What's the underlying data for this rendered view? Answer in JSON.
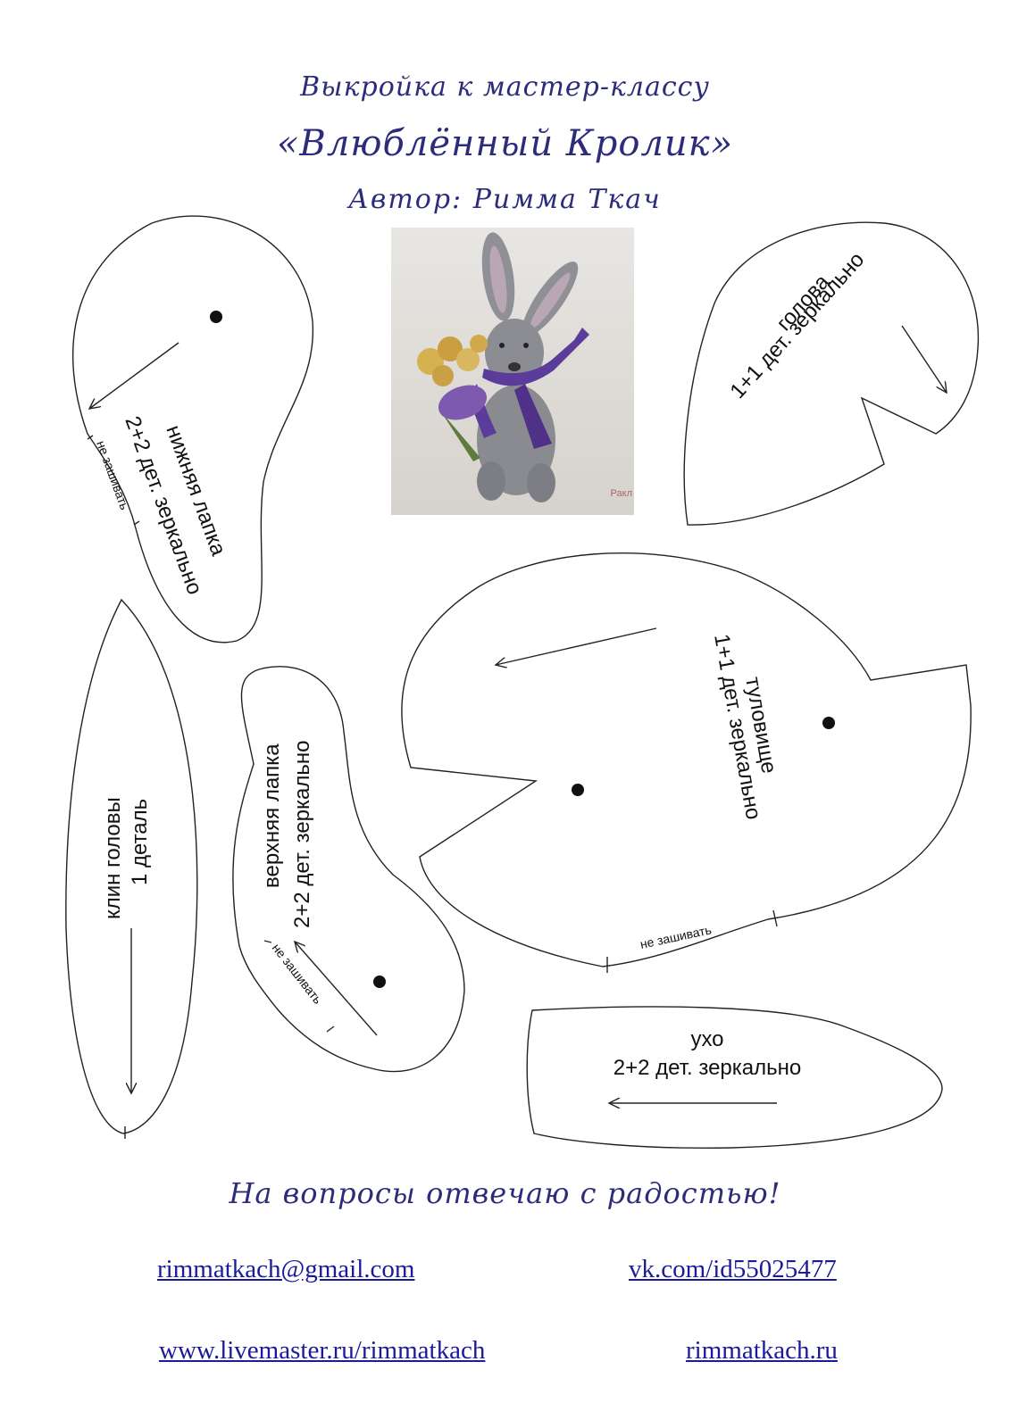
{
  "header": {
    "line1": "Выкройка к мастер-классу",
    "title": "«Влюблённый Кролик»",
    "author": "Автор: Римма Ткач"
  },
  "photo": {
    "watermark": "Ракл"
  },
  "pieces": {
    "lower_paw": {
      "name": "нижняя лапка",
      "count": "2+2 дет. зеркально",
      "note": "не зашивать"
    },
    "head": {
      "name": "голова",
      "count": "1+1 дет. зеркально"
    },
    "body": {
      "name": "туловище",
      "count": "1+1 дет. зеркально",
      "note": "не зашивать"
    },
    "head_gusset": {
      "name": "клин головы",
      "count": "1 деталь"
    },
    "upper_paw": {
      "name": "верхняя лапка",
      "count": "2+2 дет. зеркально",
      "note": "не зашивать"
    },
    "ear": {
      "name": "ухо",
      "count": "2+2 дет. зеркально"
    }
  },
  "footer": {
    "note": "На вопросы отвечаю с радостью!",
    "links": {
      "email": "rimmatkach@gmail.com",
      "vk": "vk.com/id55025477",
      "livemaster": "www.livemaster.ru/rimmatkach",
      "site": "rimmatkach.ru"
    }
  },
  "colors": {
    "header_ink": "#2c2c7a",
    "link": "#1a1a9a",
    "outline": "#222222",
    "scarf": "#5b3c9a"
  }
}
